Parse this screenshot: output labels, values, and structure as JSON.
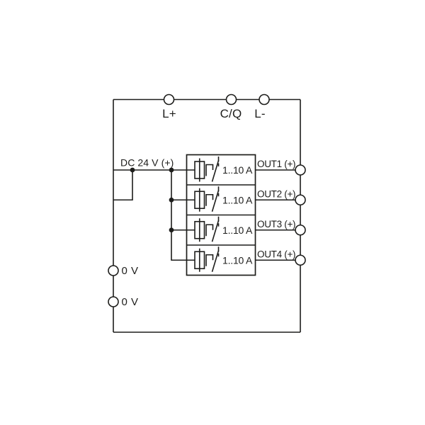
{
  "colors": {
    "line": "#1d1d1b",
    "ink": "#1d1d1b",
    "background": "#ffffff",
    "terminal_fill": "#ffffff"
  },
  "top_terminals": [
    {
      "label": "L+"
    },
    {
      "label": "C/Q"
    },
    {
      "label": "L-"
    }
  ],
  "supply": {
    "label": "DC 24 V (+)"
  },
  "channels": [
    {
      "rating": "1..10 A",
      "output": "OUT1 (+)"
    },
    {
      "rating": "1..10 A",
      "output": "OUT2 (+)"
    },
    {
      "rating": "1..10 A",
      "output": "OUT3 (+)"
    },
    {
      "rating": "1..10 A",
      "output": "OUT4 (+)"
    }
  ],
  "ground_terminals": [
    {
      "label": "0 V"
    },
    {
      "label": "0 V"
    }
  ]
}
